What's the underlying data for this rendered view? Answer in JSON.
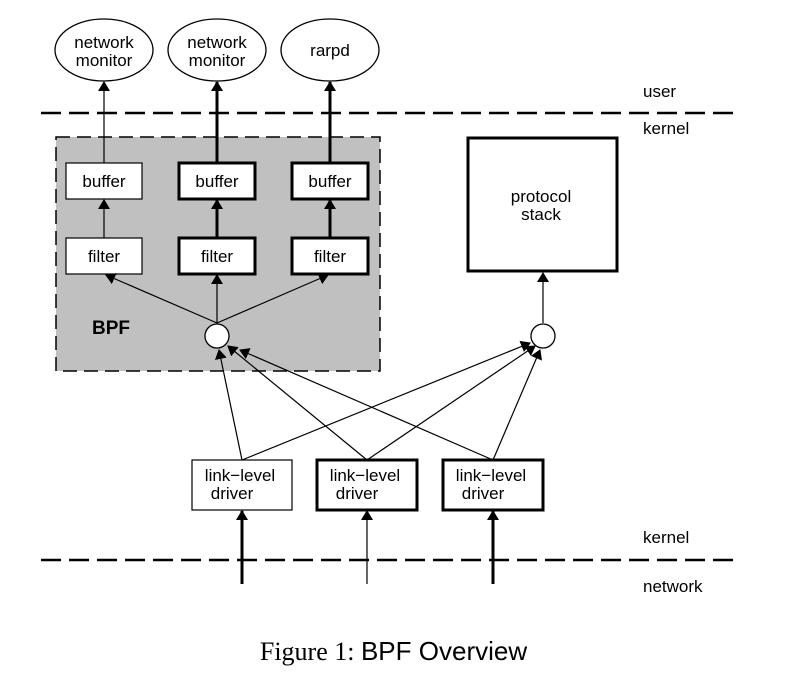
{
  "diagram": {
    "user_processes": [
      {
        "line1": "network",
        "line2": "monitor"
      },
      {
        "line1": "network",
        "line2": "monitor"
      },
      {
        "line1": "rarpd",
        "line2": ""
      }
    ],
    "buffers": [
      "buffer",
      "buffer",
      "buffer"
    ],
    "filters": [
      "filter",
      "filter",
      "filter"
    ],
    "bpf_label": "BPF",
    "protocol_stack": {
      "line1": "protocol",
      "line2": "stack"
    },
    "drivers": [
      {
        "line1": "link−level",
        "line2": "driver"
      },
      {
        "line1": "link−level",
        "line2": "driver"
      },
      {
        "line1": "link−level",
        "line2": "driver"
      }
    ],
    "boundaries": {
      "top_above": "user",
      "top_below": "kernel",
      "bottom_above": "kernel",
      "bottom_below": "network"
    },
    "colors": {
      "bpf_fill": "#c0c0c0",
      "stroke": "#000000",
      "box_fill": "#ffffff"
    }
  },
  "caption": {
    "number": "Figure 1:",
    "title": "BPF Overview"
  }
}
